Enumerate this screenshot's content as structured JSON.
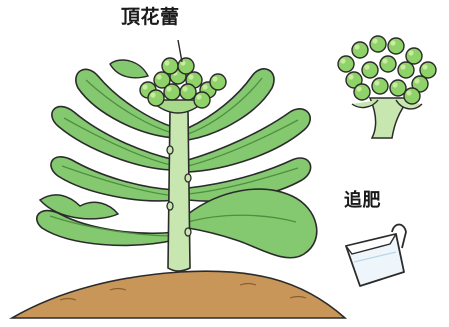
{
  "labels": {
    "terminal_flower_bud": "頂花蕾",
    "top_dressing": "追肥"
  },
  "colors": {
    "leaf": "#84c870",
    "leaf_dark": "#5aa84a",
    "floret": "#8fd26a",
    "floret_light": "#c9eb9e",
    "stem": "#c8e6b0",
    "soil": "#c9965a",
    "outline": "#2b2b2b",
    "bucket": "#eef6fb"
  },
  "icons": [
    "broccoli-plant-illustration",
    "harvested-broccoli-head",
    "fertilizer-bucket-icon"
  ]
}
